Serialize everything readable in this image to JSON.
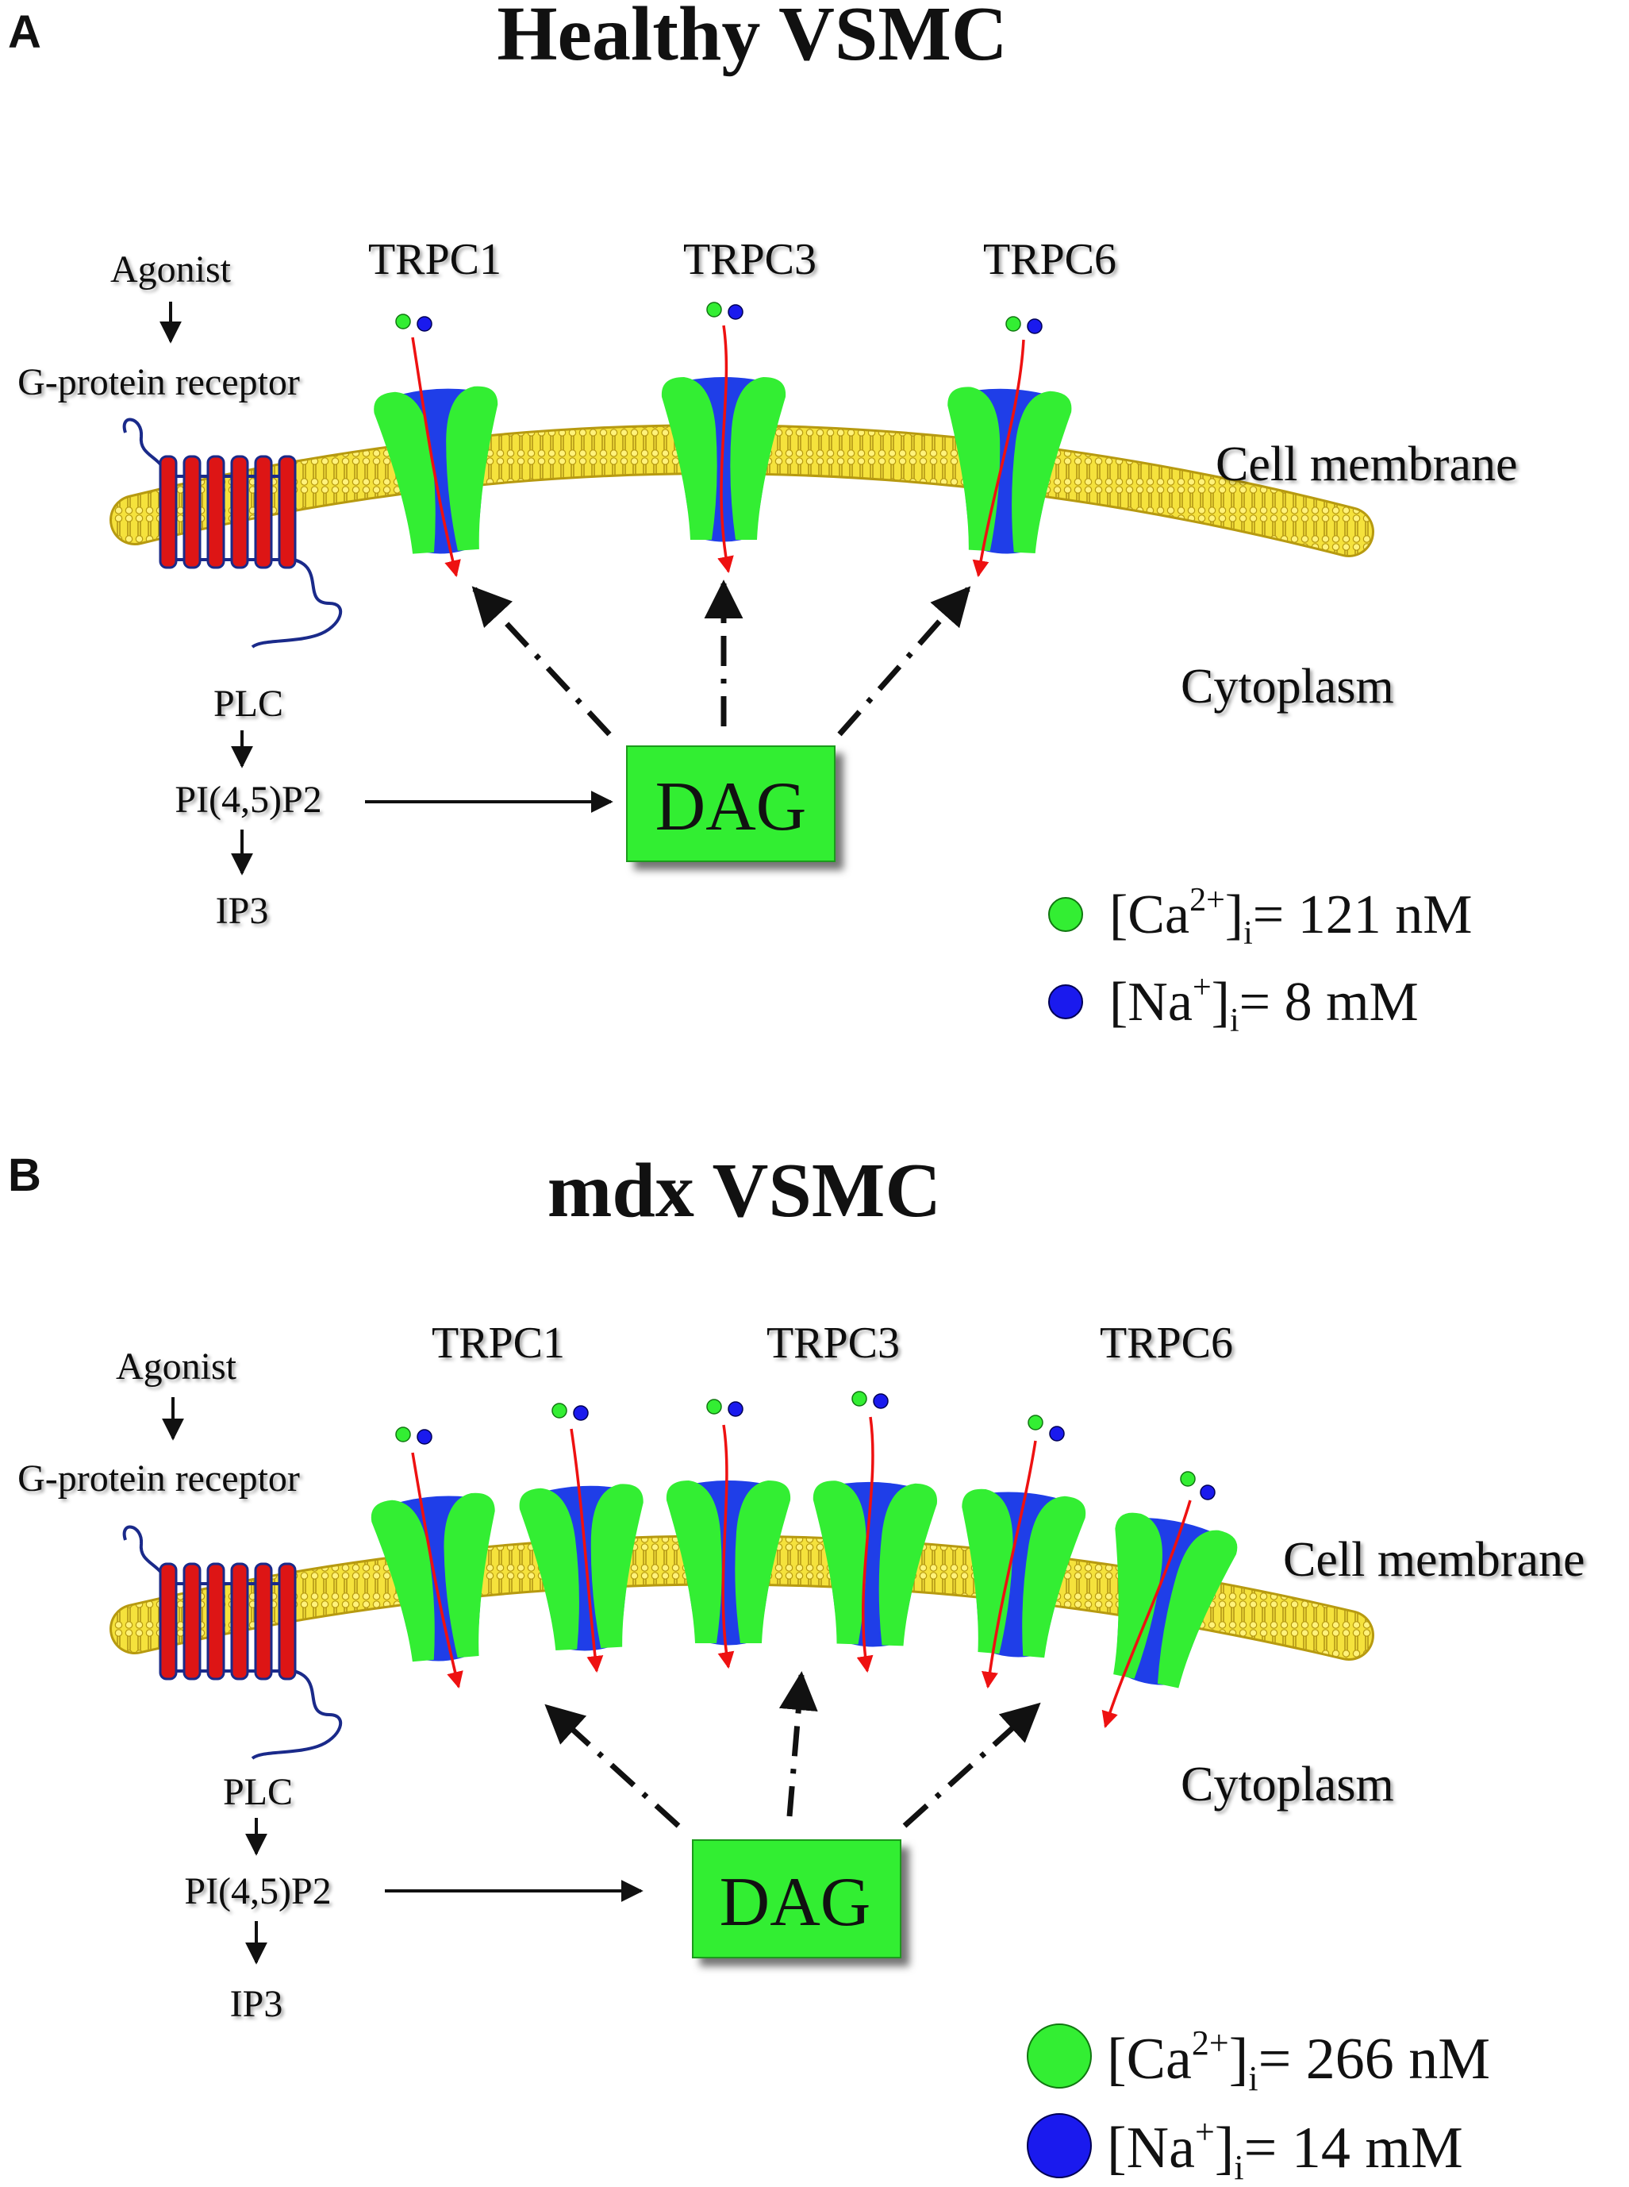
{
  "panels": [
    {
      "letter": "A",
      "title": "Healthy VSMC",
      "pathway": {
        "agonist": "Agonist",
        "receptor": "G-protein receptor",
        "plc": "PLC",
        "pip2": "PI(4,5)P2",
        "ip3": "IP3"
      },
      "channel_labels": [
        "TRPC1",
        "TRPC3",
        "TRPC6"
      ],
      "membrane_label": "Cell membrane",
      "cytoplasm_label": "Cytoplasm",
      "dag_label": "DAG",
      "legend": {
        "ca": {
          "prefix": "[Ca",
          "sup": "2+",
          "sub": "i",
          "value": "= 121 nM",
          "color": "#33ee33"
        },
        "na": {
          "prefix": "[Na",
          "sup": "+",
          "sub": "i",
          "value": "= 8 mM",
          "color": "#1a1aee"
        }
      }
    },
    {
      "letter": "B",
      "title": "mdx VSMC",
      "pathway": {
        "agonist": "Agonist",
        "receptor": "G-protein receptor",
        "plc": "PLC",
        "pip2": "PI(4,5)P2",
        "ip3": "IP3"
      },
      "channel_labels": [
        "TRPC1",
        "TRPC3",
        "TRPC6"
      ],
      "membrane_label": "Cell membrane",
      "cytoplasm_label": "Cytoplasm",
      "dag_label": "DAG",
      "legend": {
        "ca": {
          "prefix": "[Ca",
          "sup": "2+",
          "sub": "i",
          "value": "= 266 nM",
          "color": "#33ee33"
        },
        "na": {
          "prefix": "[Na",
          "sup": "+",
          "sub": "i",
          "value": "= 14 mM",
          "color": "#1a1aee"
        }
      }
    }
  ],
  "colors": {
    "membrane": "#f2dc2a",
    "channel_green": "#33ee33",
    "channel_blue": "#1f3ee8",
    "ion_flow": "#ee1111",
    "receptor": "#dd1515",
    "dag_box": "#33ee33"
  }
}
